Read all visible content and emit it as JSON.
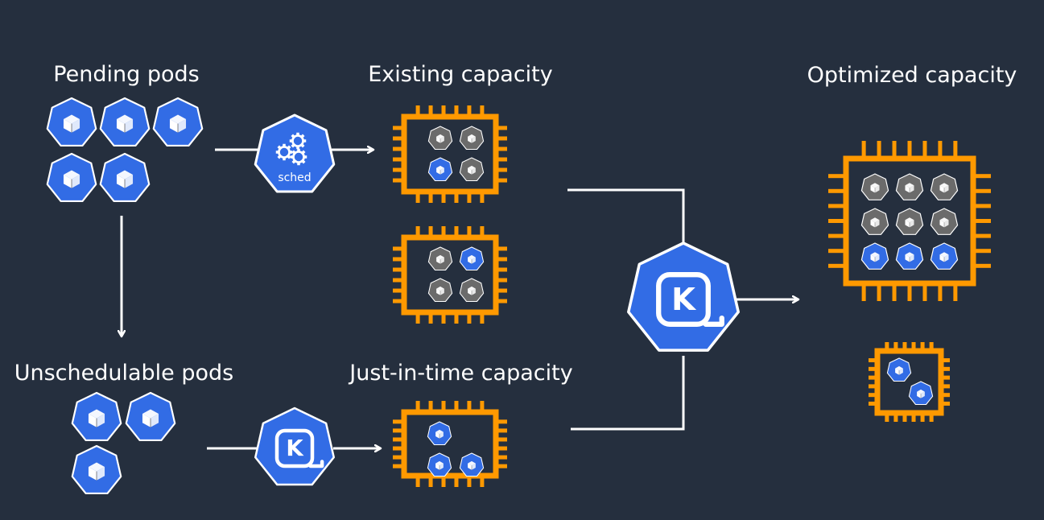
{
  "labels": {
    "pending_pods": "Pending pods",
    "existing_capacity": "Existing capacity",
    "optimized_capacity": "Optimized capacity",
    "unschedulable_pods": "Unschedulable pods",
    "just_in_time_capacity": "Just-in-time capacity",
    "scheduler_badge": "sched",
    "karpenter_letter": "K"
  },
  "colors": {
    "background": "#252f3e",
    "text": "#ffffff",
    "pod_blue": "#326ce5",
    "pod_gray": "#6b6b6b",
    "chip_orange": "#ff9900",
    "connector": "#ffffff"
  },
  "nodes": {
    "existing_node_1": {
      "pods": [
        "gray",
        "gray",
        "blue",
        "gray"
      ]
    },
    "existing_node_2": {
      "pods": [
        "gray",
        "blue",
        "gray",
        "gray"
      ]
    },
    "jit_node": {
      "pods": [
        "blue",
        "blue",
        "blue"
      ]
    },
    "optimized_node_large": {
      "pods": [
        "gray",
        "gray",
        "gray",
        "gray",
        "gray",
        "gray",
        "blue",
        "blue",
        "blue"
      ]
    },
    "optimized_node_small": {
      "pods": [
        "blue",
        "blue"
      ]
    }
  },
  "pending_pods": {
    "count": 5
  },
  "unschedulable_pods": {
    "count": 3
  },
  "icons": [
    "pod-icon",
    "scheduler-icon",
    "karpenter-icon",
    "node-chip-icon",
    "arrow-icon"
  ]
}
